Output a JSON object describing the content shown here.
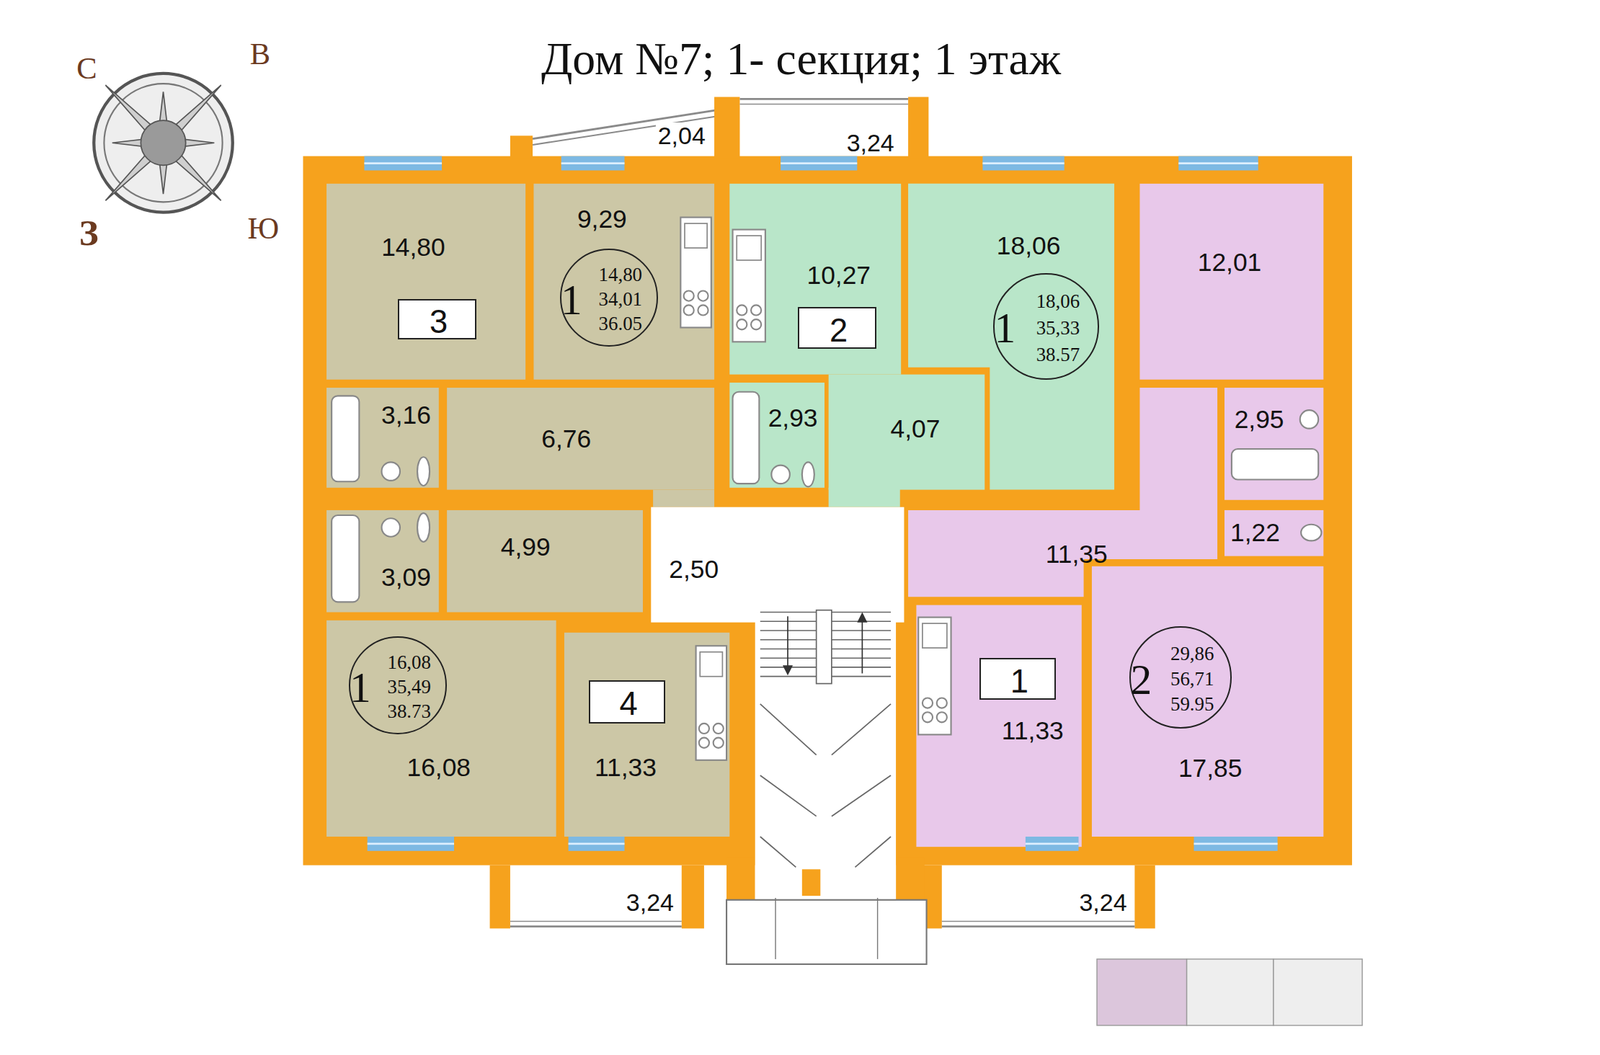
{
  "diagram": {
    "title": "Дом №7; 1- секция; 1 этаж",
    "nodes": [
      {
        "text": [
          "14,80"
        ]
      },
      {
        "text": [
          "3"
        ],
        "in": 0
      },
      {
        "text": [
          "9,29"
        ]
      },
      {
        "text": [
          "1",
          "14,80",
          "34,01",
          "36.05"
        ],
        "in": 2
      },
      {
        "text": [
          "10,27"
        ]
      },
      {
        "text": [
          "2"
        ],
        "in": 4
      },
      {
        "text": [
          "18,06"
        ]
      },
      {
        "text": [
          "1",
          "18,06",
          "35,33",
          "38.57"
        ],
        "in": 6
      },
      {
        "text": [
          "12,01"
        ]
      },
      {
        "text": [
          "3,16"
        ]
      },
      {
        "text": [
          "6,76"
        ]
      },
      {
        "text": [
          "2,93"
        ]
      },
      {
        "text": [
          "4,07"
        ]
      },
      {
        "text": [
          "2,95"
        ]
      },
      {
        "text": [
          "1,22"
        ]
      },
      {
        "text": [
          "11,35"
        ]
      },
      {
        "text": [
          "3,09"
        ]
      },
      {
        "text": [
          "4,99"
        ]
      },
      {
        "text": [
          "2,50"
        ]
      },
      {
        "text": [
          "16,08"
        ]
      },
      {
        "text": [
          "1",
          "16,08",
          "35,49",
          "38.73"
        ],
        "in": 19
      },
      {
        "text": [
          "11,33"
        ]
      },
      {
        "text": [
          "4"
        ],
        "in": 21
      },
      {
        "text": [
          "11,33"
        ]
      },
      {
        "text": [
          "1"
        ],
        "in": 23
      },
      {
        "text": [
          "17,85"
        ]
      },
      {
        "text": [
          "2",
          "29,86",
          "56,71",
          "59.95"
        ],
        "in": 25
      }
    ],
    "labels": [
      "С",
      "В",
      "З",
      "Ю",
      "2,04",
      "3,24",
      "3,24",
      "3,24"
    ]
  }
}
